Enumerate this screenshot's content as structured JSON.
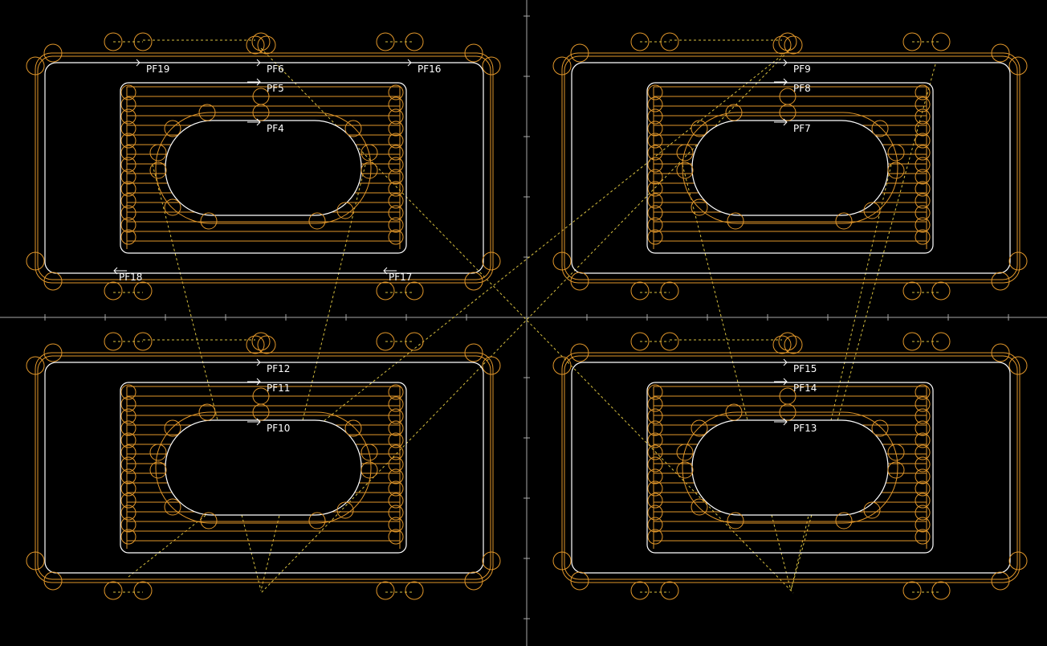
{
  "colors": {
    "background": "#000000",
    "profile": "#ffffff",
    "toolpath": "#e0962a",
    "rapid": "#d8c040",
    "axis": "#a8a8a8"
  },
  "quadrants": [
    {
      "id": "top-left",
      "outer": "PF19",
      "outer2": "PF16",
      "pocket_outer": "PF6",
      "pocket_mid": "PF5",
      "pocket_inner": "PF4",
      "bottom_left": "PF18",
      "bottom_right": "PF17"
    },
    {
      "id": "top-right",
      "outer": "",
      "outer2": "",
      "pocket_outer": "PF9",
      "pocket_mid": "PF8",
      "pocket_inner": "PF7",
      "bottom_left": "",
      "bottom_right": ""
    },
    {
      "id": "bottom-left",
      "outer": "",
      "outer2": "",
      "pocket_outer": "PF12",
      "pocket_mid": "PF11",
      "pocket_inner": "PF10",
      "bottom_left": "",
      "bottom_right": ""
    },
    {
      "id": "bottom-right",
      "outer": "",
      "outer2": "",
      "pocket_outer": "PF15",
      "pocket_mid": "PF14",
      "pocket_inner": "PF13",
      "bottom_left": "",
      "bottom_right": ""
    }
  ]
}
